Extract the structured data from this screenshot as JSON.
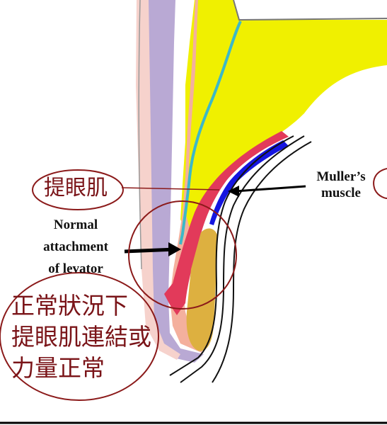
{
  "labels": {
    "levator_zh": "提眼肌",
    "muller_line1": "Muller’s",
    "muller_line2": "muscle",
    "normal_line1": "Normal",
    "normal_line2": "attachment",
    "normal_line3": "of levator",
    "note_zh_line1": "正常狀況下",
    "note_zh_line2": "提眼肌連結或",
    "note_zh_line3": "力量正常"
  },
  "colors": {
    "skin": "#f4b09d",
    "fat": "#f0f000",
    "levator_aponeurosis": "#e23a5a",
    "muller_muscle": "#1515e0",
    "septum": "#3cb8c8",
    "tarsus": "#ddb040",
    "orbicularis": "#b9a9d4",
    "annotation": "#8b1a1a"
  }
}
